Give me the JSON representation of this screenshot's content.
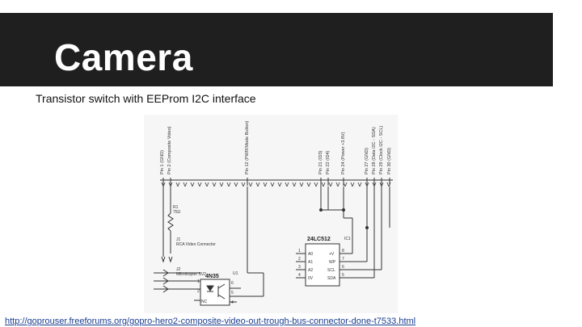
{
  "slide": {
    "title": "Camera",
    "subtitle": "Transistor switch with EEProm I2C interface",
    "link_text": "http://goprouser.freeforums.org/gopro-hero2-composite-video-out-trough-bus-connector-done-t7533.html"
  },
  "schematic": {
    "pins": {
      "pin1": "Pin 1 (GND)",
      "pin2": "Pin 2 (Composite Video)",
      "pin12": "Pin 12 (PWR/Mode Button)",
      "pin21": "Pin 21 (ID3)",
      "pin22": "Pin 22 (ID4)",
      "pin24": "Pin 24 (Power +3.8V)",
      "pin27": "Pin 27 (GND)",
      "pin28": "Pin 28 (Data I2C - SDA)",
      "pin29": "Pin 29 (Clock I2C - SCL)",
      "pin30": "Pin 30 (GND)"
    },
    "r1_label": "R1",
    "r1_value": "75Ω",
    "j1_label": "J1",
    "j1_desc": "RCA Video Connector",
    "j2_label": "J2",
    "j2_desc": "Mikrokopter SV2",
    "u1_label": "U1",
    "u1_name": "4N35",
    "ic1_label": "IC1",
    "ic1_name": "24LC512",
    "ic1_left_pins": [
      "A0",
      "A1",
      "A2",
      "0V"
    ],
    "ic1_left_nums": [
      "1",
      "2",
      "3",
      "4"
    ],
    "ic1_right_pins": [
      "+V",
      "WP",
      "SCL",
      "SDA"
    ],
    "ic1_right_nums": [
      "8",
      "7",
      "6",
      "5"
    ],
    "u1_pin_nums": [
      "1",
      "2",
      "6",
      "5",
      "4"
    ],
    "nc_label": "NC"
  },
  "colors": {
    "title_bar": "#1f1f1f",
    "link": "#1a3d8f"
  }
}
